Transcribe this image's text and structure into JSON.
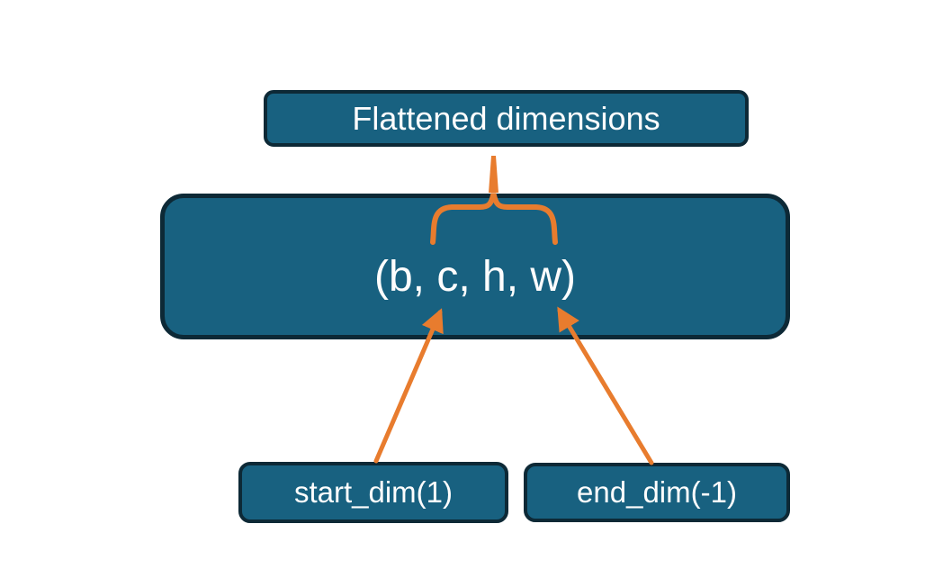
{
  "colors": {
    "background": "#ffffff",
    "box_fill": "#186180",
    "box_border": "#0d2936",
    "accent_orange": "#e87c2e",
    "text": "#fdfdfd"
  },
  "diagram": {
    "top_label": {
      "text": "Flattened dimensions"
    },
    "tensor_box": {
      "text": "(b, c, h, w)"
    },
    "param_boxes": [
      {
        "text": "start_dim(1)"
      },
      {
        "text": "end_dim(-1)"
      }
    ],
    "connectors": [
      {
        "name": "brace-flattened-span",
        "type": "curly-brace"
      },
      {
        "name": "brace-stem",
        "type": "tapered-stem"
      },
      {
        "name": "arrow-start-dim",
        "type": "arrow"
      },
      {
        "name": "arrow-end-dim",
        "type": "arrow"
      }
    ]
  }
}
